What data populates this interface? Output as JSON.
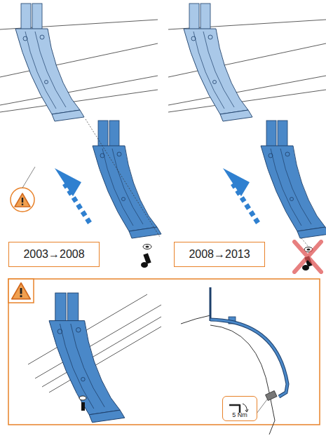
{
  "diagram": {
    "nodes": [
      {
        "text": [
          "2003→2008"
        ]
      },
      {
        "text": [
          "2008→2013"
        ]
      },
      {
        "text": [
          "5 Nm"
        ]
      }
    ]
  }
}
